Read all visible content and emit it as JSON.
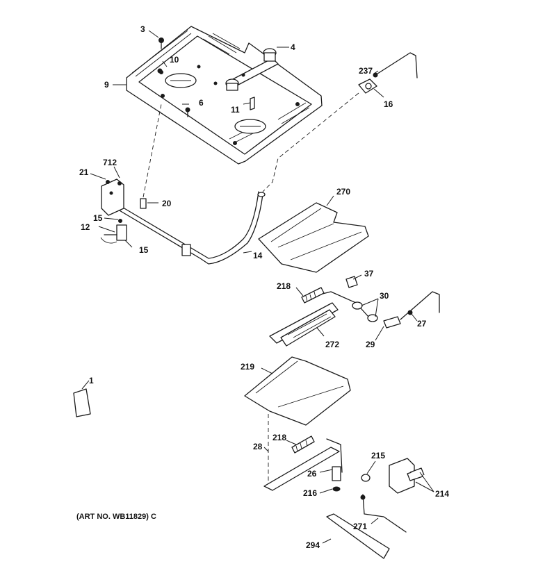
{
  "labels": {
    "p1": "1",
    "p3": "3",
    "p4": "4",
    "p6": "6",
    "p9": "9",
    "p10": "10",
    "p11": "11",
    "p12": "12",
    "p14": "14",
    "p15a": "15",
    "p15b": "15",
    "p16": "16",
    "p20": "20",
    "p21": "21",
    "p26": "26",
    "p27": "27",
    "p28": "28",
    "p29": "29",
    "p30": "30",
    "p37": "37",
    "p214": "214",
    "p215": "215",
    "p216": "216",
    "p218a": "218",
    "p218b": "218",
    "p219": "219",
    "p237": "237",
    "p270": "270",
    "p271": "271",
    "p272": "272",
    "p294": "294",
    "p712": "712"
  },
  "caption": "(ART NO. WB11829) C",
  "colors": {
    "ink": "#1a1a1a",
    "paper": "#ffffff"
  }
}
